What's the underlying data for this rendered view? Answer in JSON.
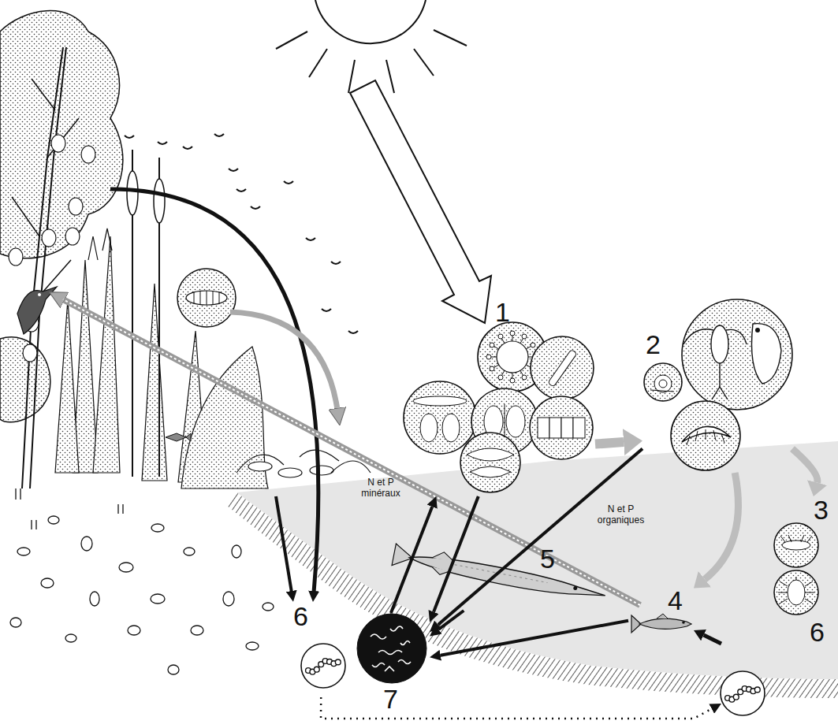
{
  "diagram": {
    "nodes": [
      {
        "text": [
          "1"
        ]
      },
      {
        "text": [
          "2"
        ]
      },
      {
        "text": [
          "3"
        ]
      },
      {
        "text": [
          "4"
        ]
      },
      {
        "text": [
          "5"
        ]
      },
      {
        "text": [
          "6"
        ]
      },
      {
        "text": [
          "6"
        ]
      },
      {
        "text": [
          "7"
        ]
      }
    ],
    "edges": [
      {
        "from": 0,
        "to": 1,
        "arrow": "to"
      },
      {
        "from": 1,
        "to": 2,
        "arrow": "to"
      },
      {
        "from": 1,
        "to": 3,
        "arrow": "to"
      },
      {
        "from": 7,
        "to": 0,
        "arrow": "to",
        "label": "N et P minéraux"
      },
      {
        "from": 1,
        "to": 7,
        "arrow": "to",
        "label": "N et P organiques"
      },
      {
        "from": 0,
        "to": 7,
        "arrow": "to"
      },
      {
        "from": 4,
        "to": 7,
        "arrow": "to"
      },
      {
        "from": 3,
        "to": 7,
        "arrow": "to"
      },
      {
        "from": 6,
        "to": 3,
        "arrow": "to"
      },
      {
        "from": 5,
        "to": 6,
        "arrow": "to"
      }
    ]
  }
}
